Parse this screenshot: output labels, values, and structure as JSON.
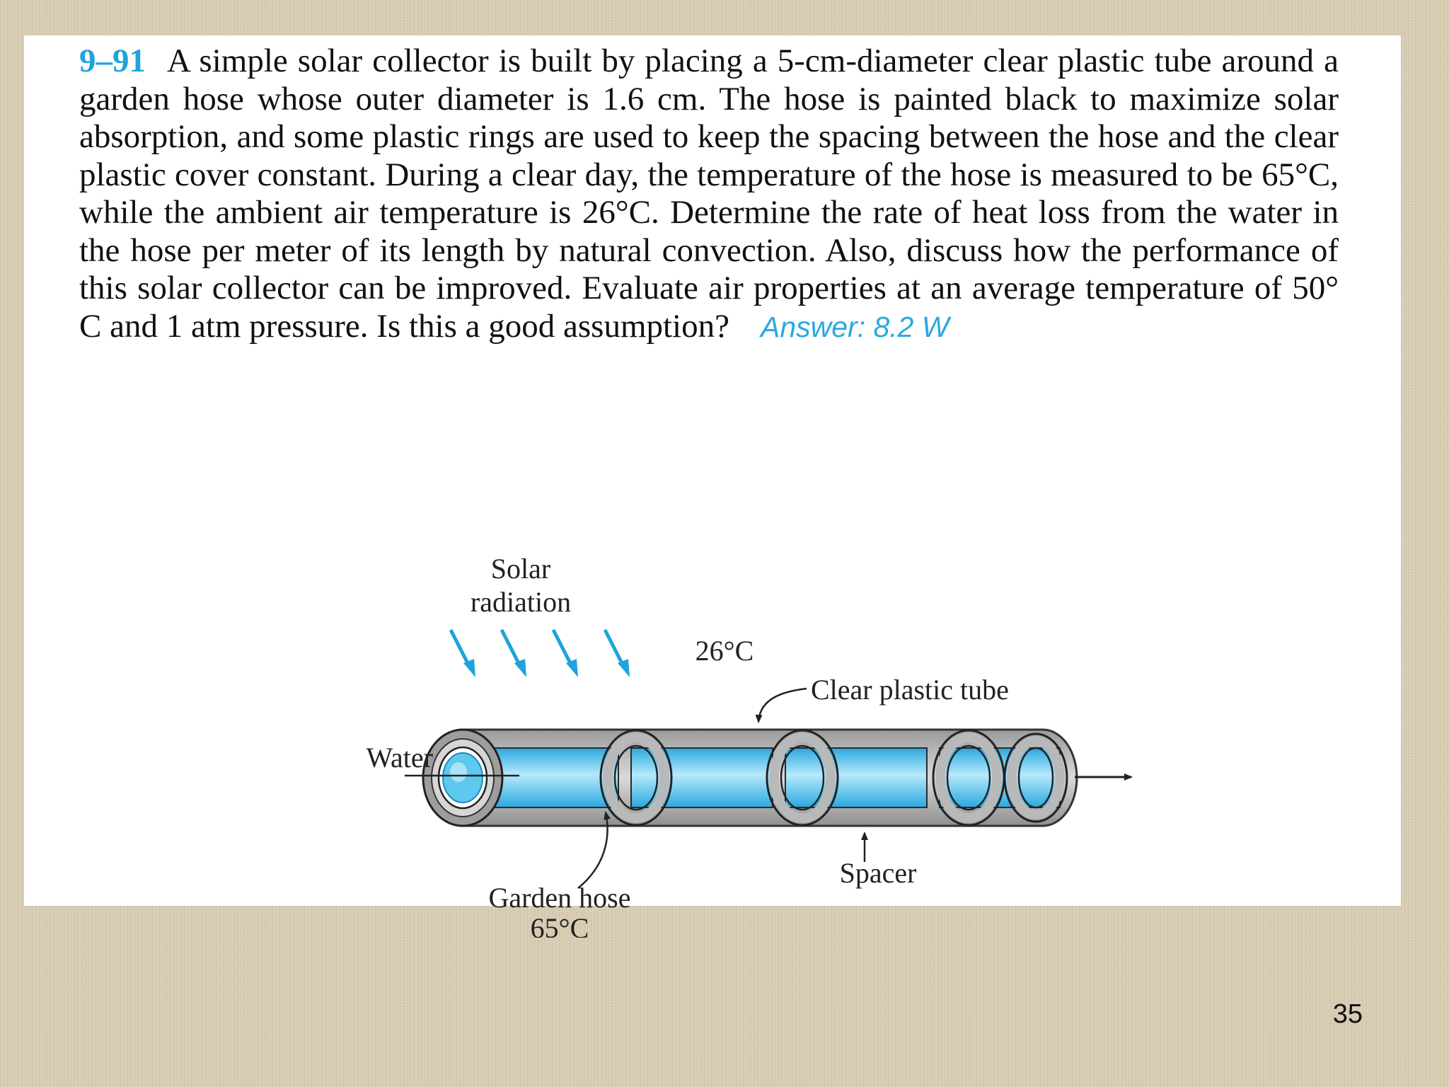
{
  "problem": {
    "number": "9–91",
    "text": "A simple solar collector is built by placing a 5-cm-diameter clear plastic tube around a garden hose whose outer diameter is 1.6 cm. The hose is painted black to maximize solar absorption, and some plastic rings are used to keep the spacing between the hose and the clear plastic cover constant. During a clear day, the temperature of the hose is measured to be 65°C, while the ambient air temperature is 26°C. Determine the rate of heat loss from the water in the hose per meter of its length by natural convection. Also, discuss how the performance of this solar collector can be improved. Evaluate air properties at an average temperature of 50° C and 1 atm pressure. Is this a good assumption?",
    "answer": "Answer: 8.2 W"
  },
  "figure": {
    "solar_line1": "Solar",
    "solar_line2": "radiation",
    "ambient_temp": "26°C",
    "clear_tube_label": "Clear plastic tube",
    "water_label": "Water",
    "spacer_label": "Spacer",
    "hose_label": "Garden hose",
    "hose_temp": "65°C",
    "colors": {
      "water": "#5ec8ee",
      "spacer": "#b9b9b9",
      "arrow_blue": "#1ea3dc"
    }
  },
  "page": {
    "number": "35"
  }
}
